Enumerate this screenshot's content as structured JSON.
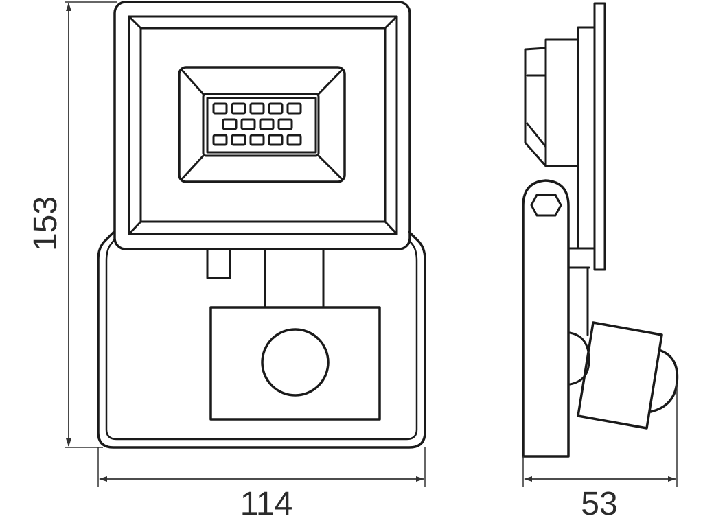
{
  "dimensions": {
    "height": "153",
    "width": "114",
    "depth": "53"
  },
  "colors": {
    "line": "#1a1a1a",
    "dimension_line": "#333333",
    "background": "#ffffff"
  }
}
